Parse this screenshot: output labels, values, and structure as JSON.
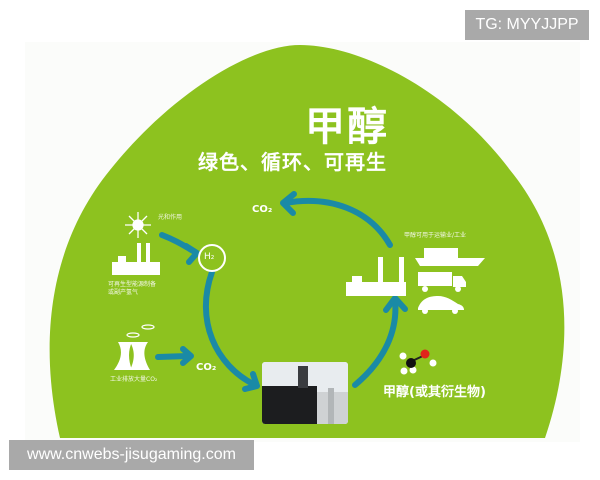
{
  "watermarks": {
    "top_right": "TG: MYYJJPP",
    "bottom_left": "www.cnwebs-jisugaming.com"
  },
  "diagram": {
    "title": "甲醇",
    "subtitle": "绿色、循环、可再生",
    "nodes": {
      "sun_label": "光和作用",
      "renewable_label_line1": "可再生型能源制备",
      "renewable_label_line2": "或副产氢气",
      "hydrogen": "H₂",
      "industry_label": "工业排放大量CO₂",
      "co2_lower": "CO₂",
      "co2_upper": "CO₂",
      "uses_label": "甲醇可用于运输业/工业",
      "methanol_label": "甲醇(或其衍生物)"
    },
    "colors": {
      "background_green": "#8dc21f",
      "arrow_blue": "#1a8aa6",
      "text_white": "#ffffff",
      "oxygen_red": "#e0241b",
      "carbon_black": "#111111"
    }
  }
}
